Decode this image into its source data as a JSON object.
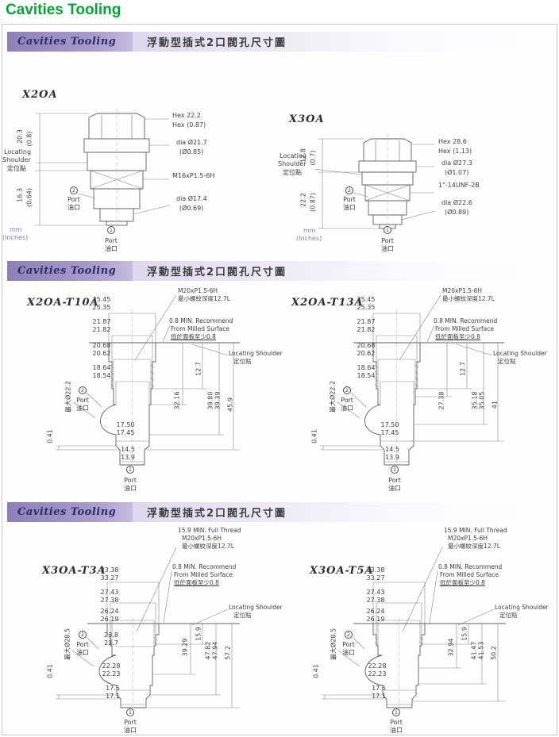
{
  "page_title": "Cavities Tooling",
  "banner": {
    "title": "Cavities Tooling",
    "subtitle": "浮動型插式2口閥孔尺寸圖"
  },
  "common": {
    "port": "Port",
    "port_cn": "油口",
    "p1": "1",
    "p2": "2",
    "locating": "Locating",
    "shoulder": "Shoulder",
    "locating_shoulder": "Locating Shoulder",
    "locating_cn": "定位點",
    "mm": "mm",
    "inches": "(Inches)",
    "thread_note": "M20xP1.5-6H",
    "thread_depth_cn": "最小螺紋深度12.7L",
    "full_thread": "15.9 MIN. Full Thread",
    "milled1": "0.8 MIN. Recommend",
    "milled2": "From Milled Surface",
    "milled3": "低於面板至少0.8",
    "max_dia_22": "最大Ø22.2",
    "max_dia_28": "最大Ø28.5"
  },
  "s1": {
    "x2oa": {
      "model": "X2OA",
      "hex": "Hex 22.2",
      "hex_in": "Hex (0.87)",
      "dia1": "dia Ø21.7",
      "dia1_in": "(Ø0.85)",
      "thread": "M16xP1.5-6H",
      "dia2": "dia Ø17.4",
      "dia2_in": "(Ø0.69)",
      "h1": "20.3",
      "h1_in": "(0.8)",
      "h2": "16.3",
      "h2_in": "(0.64)"
    },
    "x3oa": {
      "model": "X3OA",
      "hex": "Hex 28.6",
      "hex_in": "Hex (1.13)",
      "dia1": "dia Ø27.3",
      "dia1_in": "(Ø1.07)",
      "thread": "1\"-14UNF-2B",
      "dia2": "dia Ø22.6",
      "dia2_in": "(Ø0.89)",
      "h1": "17.8",
      "h1_in": "(0.7)",
      "h2": "22.2",
      "h2_in": "(0.87)"
    }
  },
  "s2": {
    "t10a": {
      "model": "X2OA-T10A",
      "w1a": "25.45",
      "w1b": "25.35",
      "w2a": "21.87",
      "w2b": "21.82",
      "w3a": "20.68",
      "w3b": "20.62",
      "w4a": "18.64",
      "w4b": "18.54",
      "d1": "12.7",
      "d2": "32.16",
      "d3a": "39.80",
      "d3b": "39.39",
      "d4": "45.9",
      "b1a": "17.50",
      "b1b": "17.45",
      "b2a": "14.5",
      "b2b": "13.9",
      "small": "0.41"
    },
    "t13a": {
      "model": "X2OA-T13A",
      "w1a": "25.45",
      "w1b": "25.35",
      "w2a": "21.87",
      "w2b": "21.82",
      "w3a": "20.68",
      "w3b": "20.62",
      "w4a": "18.64",
      "w4b": "18.54",
      "d1": "12.7",
      "d2": "27.38",
      "d3a": "35.18",
      "d3b": "35.05",
      "d4": "41",
      "b1a": "17.50",
      "b1b": "17.45",
      "b2a": "14.5",
      "b2b": "13.9",
      "small": "0.41"
    }
  },
  "s3": {
    "t3a": {
      "model": "X3OA-T3A",
      "w1a": "33.38",
      "w1b": "33.27",
      "w2a": "27.43",
      "w2b": "27.38",
      "w3a": "26.24",
      "w3b": "26.19",
      "w4a": "23.8",
      "w4b": "23.7",
      "d1": "15.9",
      "d2": "39.29",
      "d3a": "47.82",
      "d3b": "47.94",
      "d4": "57.2",
      "b1a": "22.28",
      "b1b": "22.23",
      "b2a": "17.5",
      "b2b": "17.1",
      "small": "0.41"
    },
    "t5a": {
      "model": "X3OA-T5A",
      "w1a": "33.38",
      "w1b": "33.27",
      "w2a": "27.43",
      "w2b": "27.38",
      "w3a": "26.24",
      "w3b": "26.19",
      "d1": "15.9",
      "d2": "32.94",
      "d3a": "41.47",
      "d3b": "41.53",
      "d4": "50.2",
      "b1a": "22.28",
      "b1b": "22.23",
      "b2a": "17.5",
      "b2b": "17.1",
      "small": "0.41"
    }
  }
}
